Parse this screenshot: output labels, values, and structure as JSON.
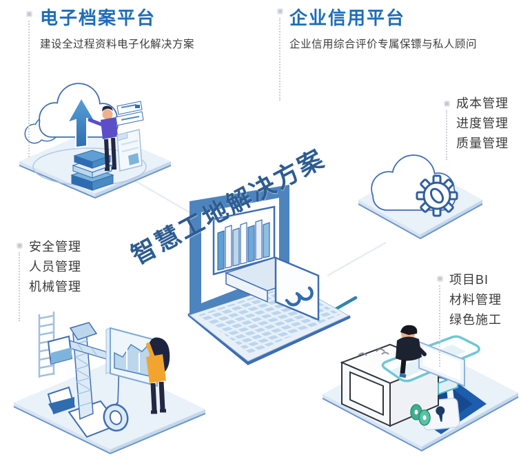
{
  "center": {
    "title": "智慧工地解决方案"
  },
  "sections": {
    "electronic_archive": {
      "heading": "电子档案平台",
      "subtitle": "建设全过程资料电子化解决方案"
    },
    "enterprise_credit": {
      "heading": "企业信用平台",
      "subtitle": "企业信用综合评价专属保镖与私人顾问"
    },
    "management_right": {
      "items": [
        "成本管理",
        "进度管理",
        "质量管理"
      ]
    },
    "management_left": {
      "items": [
        "安全管理",
        "人员管理",
        "机械管理"
      ]
    },
    "management_lower_right": {
      "items": [
        "项目BI",
        "材料管理",
        "绿色施工"
      ]
    }
  },
  "icons": {
    "top_left": "cloud-upload-illustration",
    "right": "cloud-gear-illustration",
    "center": "laptop-archive-drawer-illustration",
    "bottom_left": "tower-crane-illustration",
    "bottom_right": "secure-data-lock-illustration",
    "list_marker": "square-bullet-icon",
    "guide": "dotted-connector-line"
  },
  "colors": {
    "heading_blue": "#1e6cb6",
    "title_navy": "#2d5c90",
    "body_text": "#3c3c3c",
    "outline_blue": "#3f6db2",
    "platform_light": "#e9f1f9",
    "accent_teal": "#2e8ba6",
    "accent_green": "#3fae8f",
    "accent_orange": "#f2a52e",
    "accent_purple": "#5a4fc8",
    "lock_blue": "#1d5dad"
  }
}
